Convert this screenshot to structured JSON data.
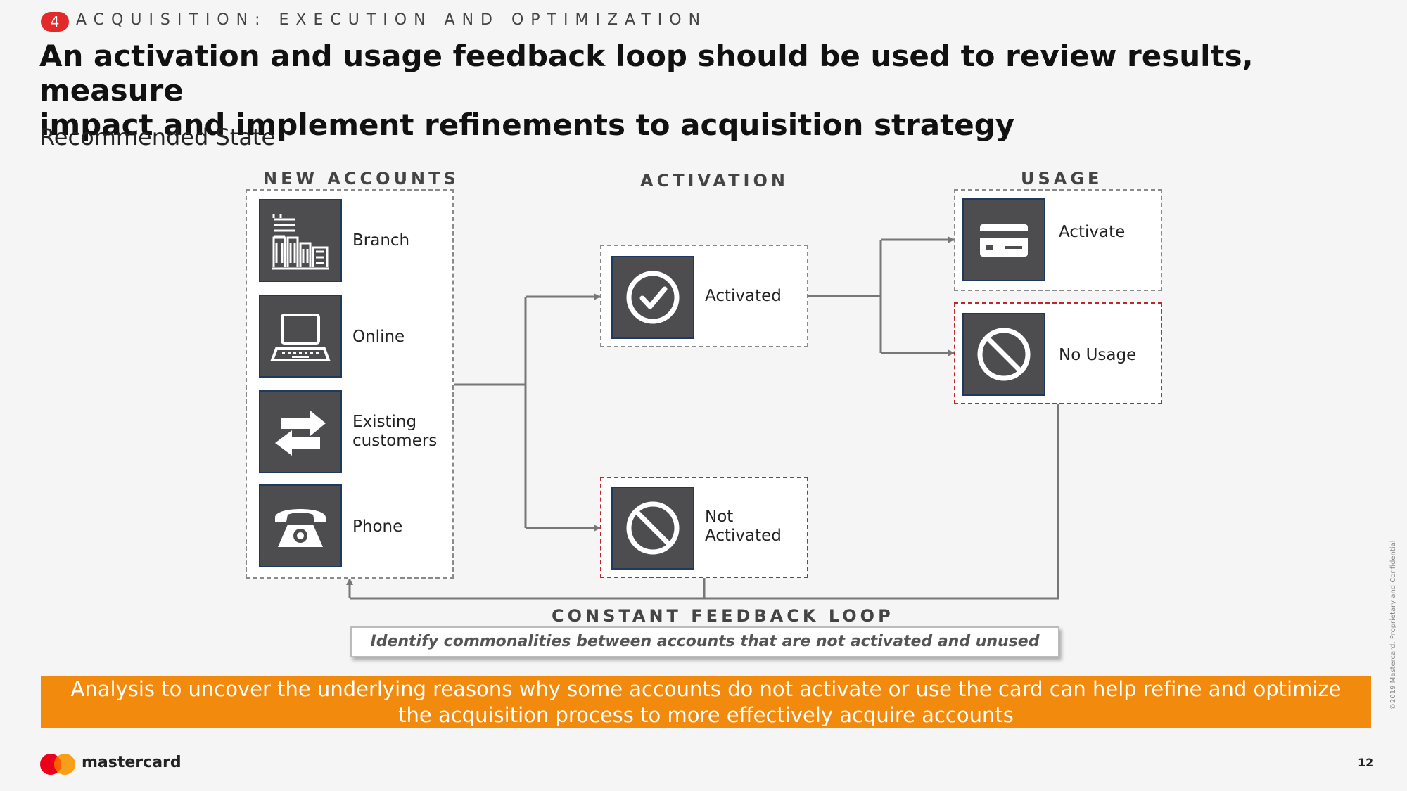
{
  "header": {
    "section_number": "4",
    "section_label": "ACQUISITION: EXECUTION AND OPTIMIZATION",
    "title_line1": "An activation and usage feedback loop should be used to review results, measure",
    "title_line2": "impact and implement refinements to acquisition strategy",
    "subtitle": "Recommended State"
  },
  "diagram": {
    "new_accounts": {
      "heading": "NEW ACCOUNTS",
      "items": [
        {
          "label": "Branch",
          "icon": "branch-building-icon"
        },
        {
          "label": "Online",
          "icon": "laptop-icon"
        },
        {
          "label_line1": "Existing",
          "label_line2": "customers",
          "icon": "exchange-arrows-icon"
        },
        {
          "label": "Phone",
          "icon": "telephone-icon"
        }
      ]
    },
    "activation": {
      "heading": "ACTIVATION",
      "activated": {
        "label": "Activated",
        "icon": "checkmark-circle-icon"
      },
      "not_activated": {
        "label_line1": "Not",
        "label_line2": "Activated",
        "icon": "prohibited-icon"
      }
    },
    "usage": {
      "heading": "USAGE",
      "activate": {
        "label": "Activate",
        "icon": "credit-card-icon"
      },
      "no_usage": {
        "label": "No Usage",
        "icon": "prohibited-icon"
      }
    },
    "feedback": {
      "label": "CONSTANT FEEDBACK LOOP",
      "note": "Identify  commonalities  between accounts that are not activated and unused"
    }
  },
  "banner": {
    "line1": "Analysis to uncover the underlying reasons why some accounts do not activate or use the card can help refine and optimize",
    "line2": "the acquisition process to more effectively acquire accounts"
  },
  "footer": {
    "brand": "mastercard",
    "page_number": "12",
    "copyright": "©2019 Mastercard. Proprietary and Confidential"
  },
  "colors": {
    "badge_red": "#e22a2a",
    "banner_orange": "#f28a0e",
    "tile_gray": "#4d4d4f",
    "alert_red_border": "#c0272d",
    "mc_red": "#eb001b",
    "mc_yellow": "#f79e1b"
  }
}
